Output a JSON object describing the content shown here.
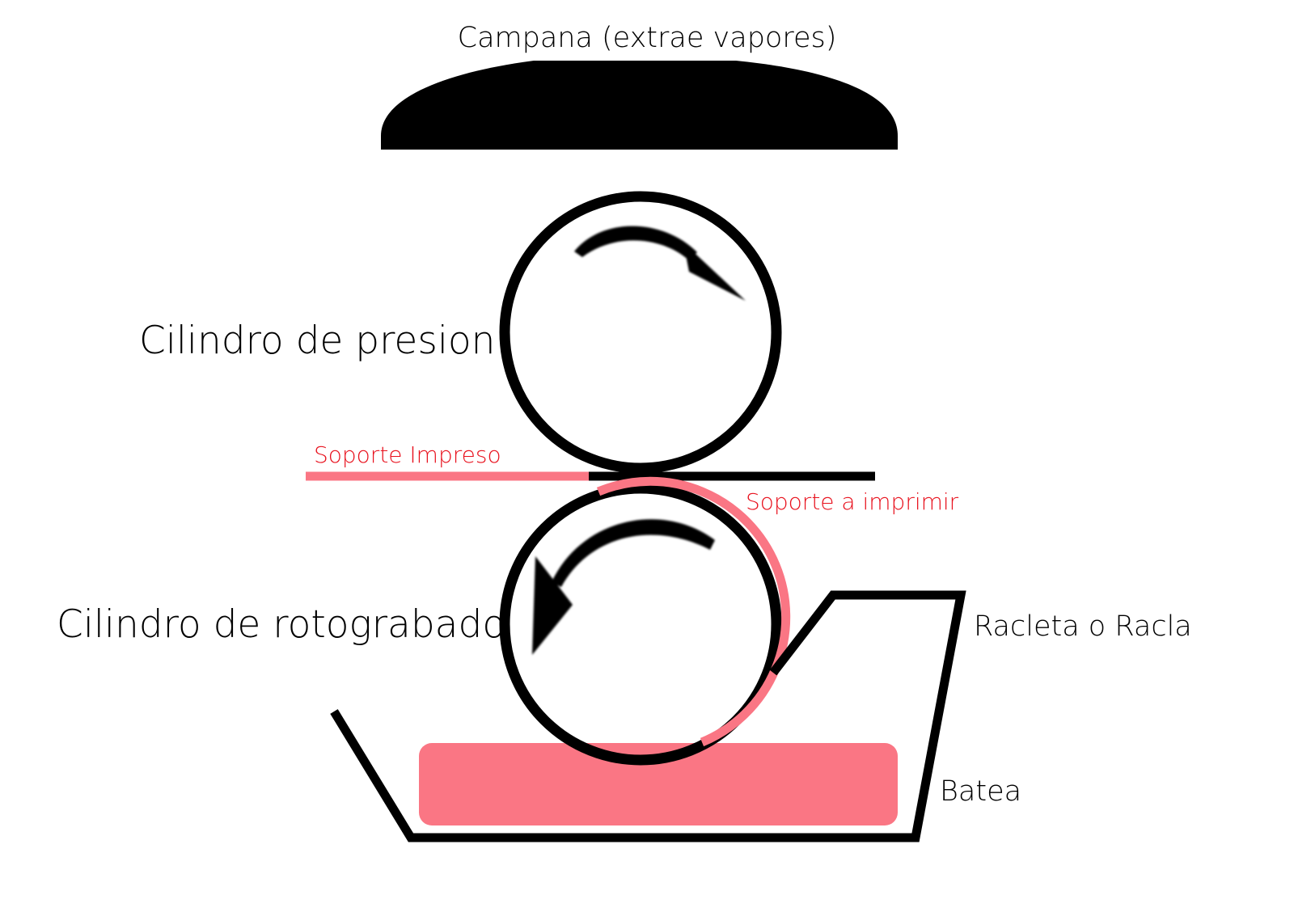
{
  "labels": {
    "hood": "Campana (extrae vapores)",
    "pressure_cylinder": "Cilindro de presion",
    "printed_substrate": "Soporte Impreso",
    "substrate_to_print": "Soporte a imprimir",
    "gravure_cylinder": "Cilindro de rotograbado",
    "doctor_blade": "Racleta o Racla",
    "ink_tray": "Batea"
  },
  "colors": {
    "ink": "#fa7684",
    "outline": "#000000",
    "red_label": "#e8101c",
    "black_label": "#000000"
  }
}
